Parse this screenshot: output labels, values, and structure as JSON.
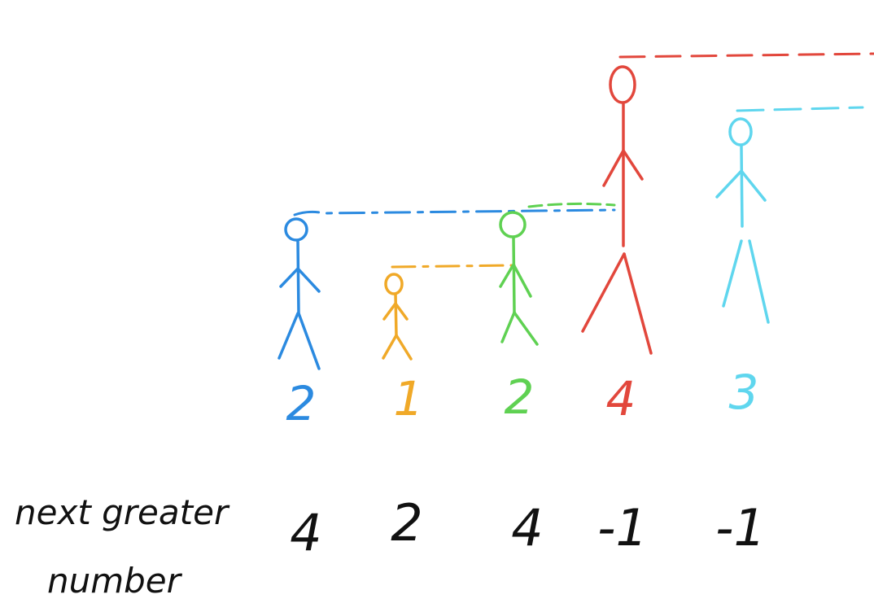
{
  "figures": [
    {
      "height_value": "2",
      "next_greater": "4",
      "color": "#2b8ae0"
    },
    {
      "height_value": "1",
      "next_greater": "2",
      "color": "#f0a928"
    },
    {
      "height_value": "2",
      "next_greater": "4",
      "color": "#5fd152"
    },
    {
      "height_value": "4",
      "next_greater": "-1",
      "color": "#e2473c"
    },
    {
      "height_value": "3",
      "next_greater": "-1",
      "color": "#5fd6ee"
    }
  ],
  "row_label": {
    "line1": "next greater",
    "line2": "number"
  },
  "ink_color": "#111111"
}
